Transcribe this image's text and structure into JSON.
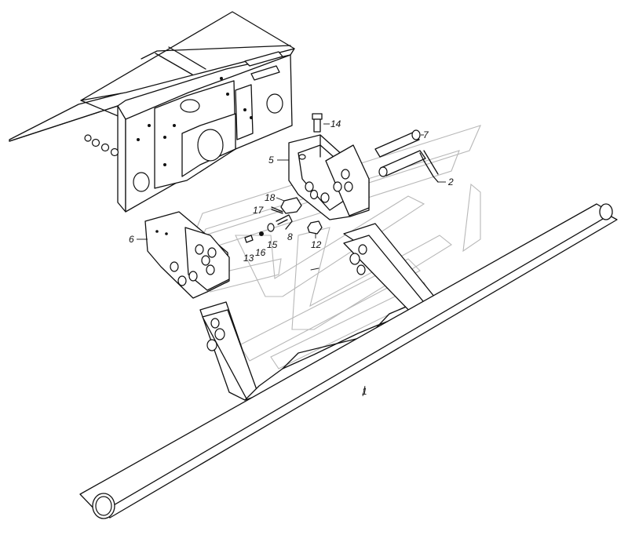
{
  "callouts": {
    "c1": "1",
    "c2": "2",
    "c5": "5",
    "c6": "6",
    "c7": "7",
    "c8": "8",
    "c12": "12",
    "c13": "13",
    "c14": "14",
    "c15": "15",
    "c16": "16",
    "c17": "17",
    "c18": "18"
  }
}
